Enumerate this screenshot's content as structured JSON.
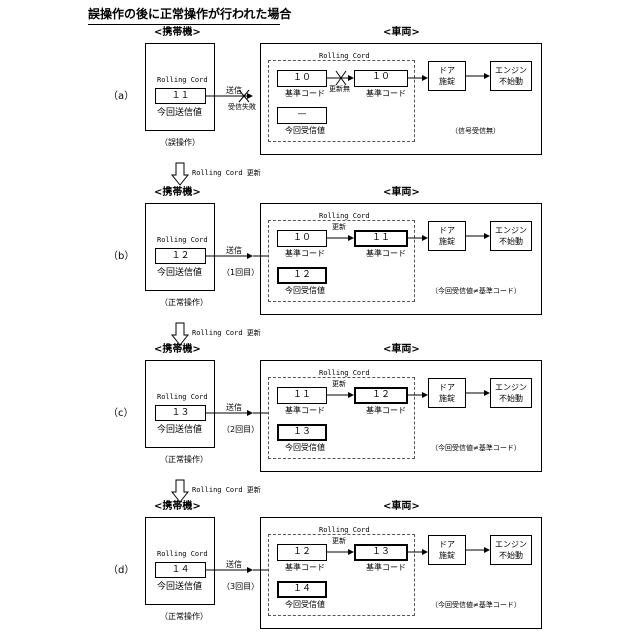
{
  "title": "誤操作の後に正常操作が行われた場合",
  "common": {
    "keitai_label": "<携帯機>",
    "vehicle_label": "<車両>",
    "rolling_cord": "Rolling Cord",
    "kon_kai_soushin": "今回送信値",
    "kijun_code": "基準コード",
    "kon_kai_jushin": "今回受信値",
    "door": "ドア\n施錠",
    "engine": "エンジン\n不始動",
    "update_between": "Rolling Cord 更新",
    "kouzin": "更新"
  },
  "panels": [
    {
      "label": "（a）",
      "send_value": "１１",
      "op_label": "（誤操作）",
      "send": "送信",
      "send_sub": "",
      "fail": "受信失敗",
      "base_old": "１０",
      "base_new": "１０",
      "update_note": "更新無",
      "received": "—",
      "result": "（信号受信無）"
    },
    {
      "label": "（b）",
      "send_value": "１２",
      "op_label": "（正常操作）",
      "send": "送信",
      "send_sub": "（1回目）",
      "base_old": "１０",
      "base_new": "１１",
      "update_note": "更新",
      "received": "１２",
      "result": "（今回受信値≠基準コード）"
    },
    {
      "label": "（c）",
      "send_value": "１３",
      "op_label": "（正常操作）",
      "send": "送信",
      "send_sub": "（2回目）",
      "base_old": "１１",
      "base_new": "１２",
      "update_note": "更新",
      "received": "１３",
      "result": "（今回受信値≠基準コード）"
    },
    {
      "label": "（d）",
      "send_value": "１４",
      "op_label": "（正常操作）",
      "send": "送信",
      "send_sub": "（3回目）",
      "base_old": "１２",
      "base_new": "１３",
      "update_note": "更新",
      "received": "１４",
      "result": "（今回受信値≠基準コード）"
    }
  ]
}
